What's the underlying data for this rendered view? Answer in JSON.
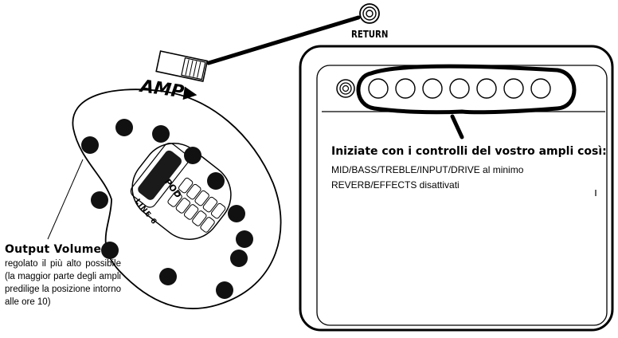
{
  "labels": {
    "return": "RETURN",
    "amp": "AMP▶",
    "pod_logo": "POD",
    "brand_logo": "LINE 6"
  },
  "output_volume": {
    "title": "Output Volume",
    "description": "regolato il più alto possibile (la maggior parte degli ampli predilige la posizione intorno alle ore 10)"
  },
  "amp_instructions": {
    "heading": "Iniziate con i controlli del vostro ampli così:",
    "line1": "MID/BASS/TREBLE/INPUT/DRIVE al minimo",
    "line2": "REVERB/EFFECTS disattivati"
  },
  "amp_panel": {
    "knob_count": 7
  },
  "pod": {
    "knob_count": 12,
    "button_count": 10
  }
}
